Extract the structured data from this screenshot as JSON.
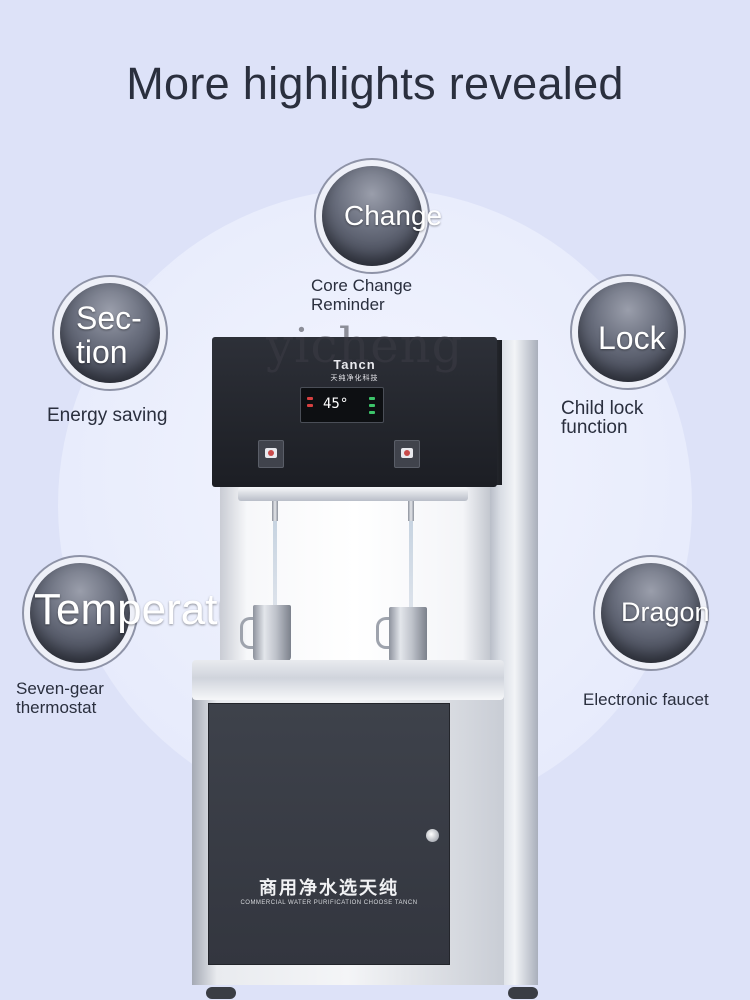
{
  "title": "More highlights revealed",
  "watermark": "yicheng",
  "features": {
    "change": {
      "badge": "Change",
      "caption_lines": [
        "Core Change",
        "Reminder"
      ]
    },
    "section": {
      "badge_lines": [
        "Sec-",
        "tion"
      ],
      "caption": "Energy saving"
    },
    "lock": {
      "badge": "Lock",
      "caption_lines": [
        "Child lock",
        "function"
      ]
    },
    "temperature": {
      "badge": "Temperature",
      "caption_lines": [
        "Seven-gear",
        "thermostat"
      ]
    },
    "dragon": {
      "badge": "Dragon",
      "caption": "Electronic faucet"
    }
  },
  "machine": {
    "brand": "Tancn",
    "brand_sub": "天纯净化科技",
    "display_temp": "45°",
    "door_line1": "商用净水选天纯",
    "door_line2": "COMMERCIAL WATER PURIFICATION CHOOSE TANCN"
  },
  "colors": {
    "background": "#dde2f8",
    "badge_dark": "#2f3340",
    "text": "#2a2f3e"
  }
}
